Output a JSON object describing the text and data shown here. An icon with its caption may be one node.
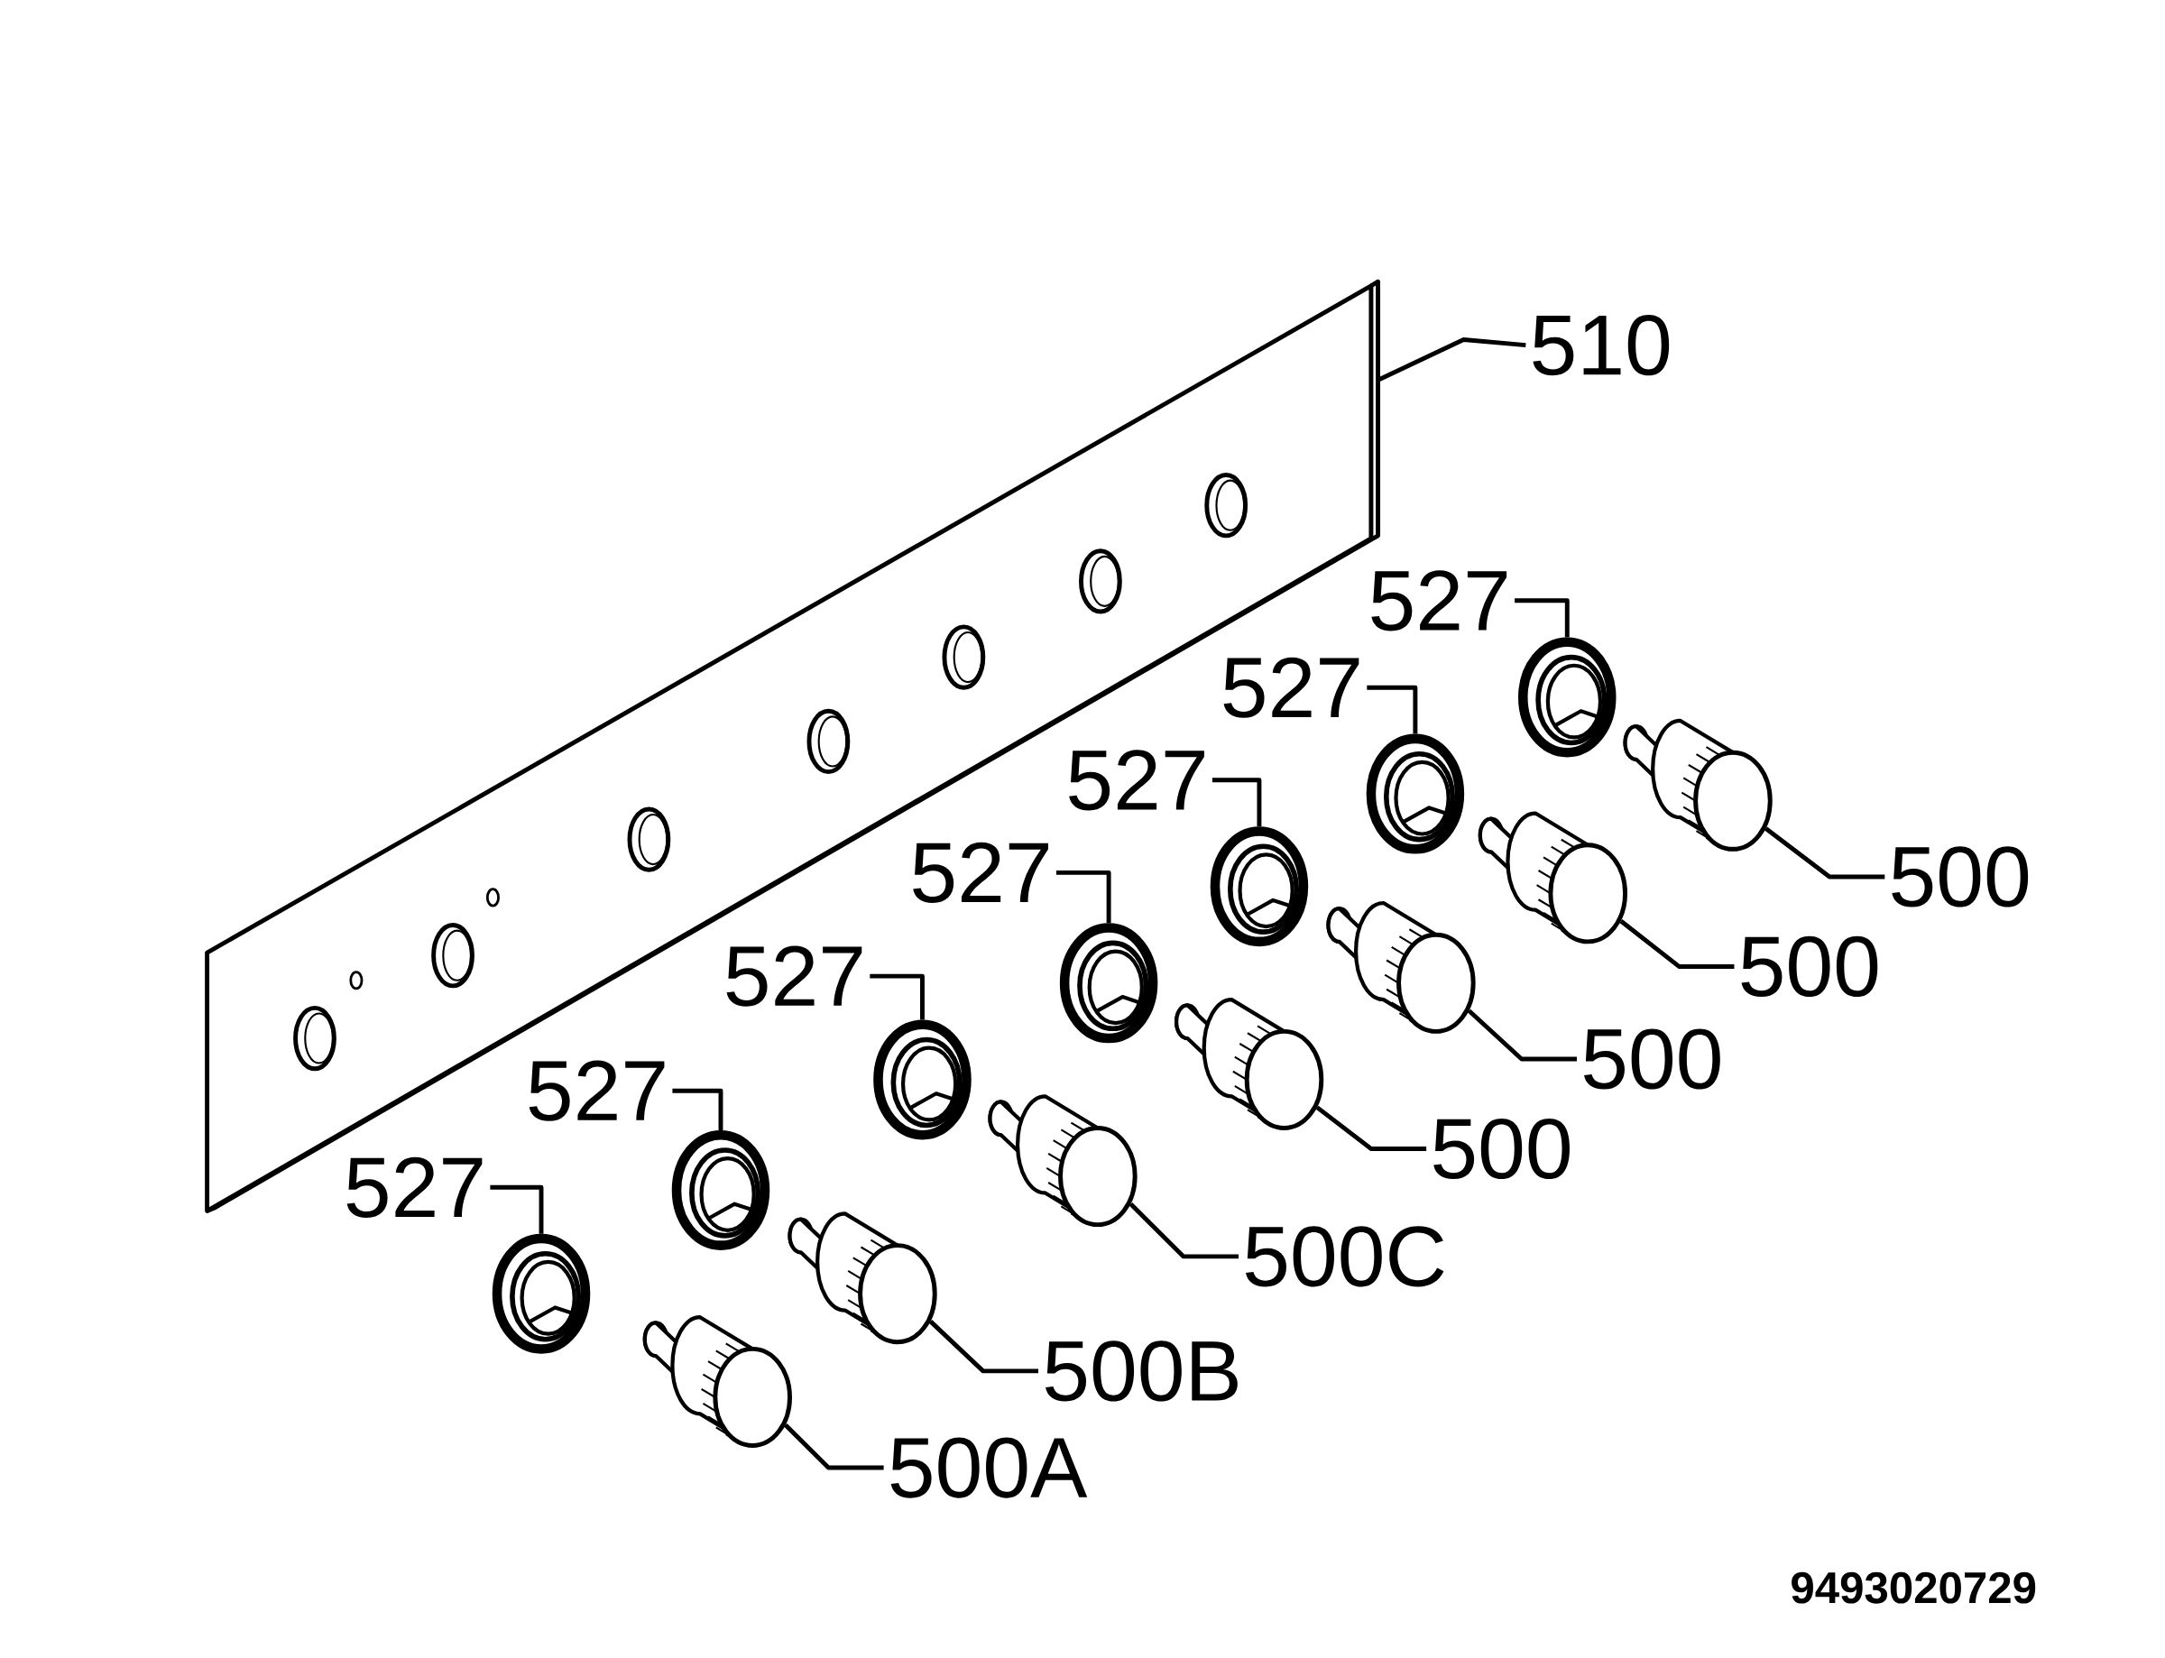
{
  "diagram": {
    "nodes": [
      {
        "text": [
          "510"
        ]
      },
      {
        "text": [],
        "shape": "plate"
      },
      {
        "text": [
          "527"
        ]
      },
      {
        "text": [],
        "shape": "ring"
      },
      {
        "text": [
          "500A"
        ]
      },
      {
        "text": [],
        "shape": "knob"
      },
      {
        "text": [
          "527"
        ]
      },
      {
        "text": [],
        "shape": "ring"
      },
      {
        "text": [
          "500B"
        ]
      },
      {
        "text": [],
        "shape": "knob"
      },
      {
        "text": [
          "527"
        ]
      },
      {
        "text": [],
        "shape": "ring"
      },
      {
        "text": [
          "500C"
        ]
      },
      {
        "text": [],
        "shape": "knob"
      },
      {
        "text": [
          "527"
        ]
      },
      {
        "text": [],
        "shape": "ring"
      },
      {
        "text": [
          "500"
        ]
      },
      {
        "text": [],
        "shape": "knob"
      },
      {
        "text": [
          "527"
        ]
      },
      {
        "text": [],
        "shape": "ring"
      },
      {
        "text": [
          "500"
        ]
      },
      {
        "text": [],
        "shape": "knob"
      },
      {
        "text": [
          "527"
        ]
      },
      {
        "text": [],
        "shape": "ring"
      },
      {
        "text": [
          "500"
        ]
      },
      {
        "text": [],
        "shape": "knob"
      },
      {
        "text": [
          "527"
        ]
      },
      {
        "text": [],
        "shape": "ring"
      },
      {
        "text": [
          "500"
        ]
      },
      {
        "text": [],
        "shape": "knob"
      }
    ],
    "edges": [
      {
        "from": 0,
        "to": 1,
        "arrow": "none"
      },
      {
        "from": 2,
        "to": 3,
        "arrow": "none"
      },
      {
        "from": 4,
        "to": 5,
        "arrow": "none"
      },
      {
        "from": 6,
        "to": 7,
        "arrow": "none"
      },
      {
        "from": 8,
        "to": 9,
        "arrow": "none"
      },
      {
        "from": 10,
        "to": 11,
        "arrow": "none"
      },
      {
        "from": 12,
        "to": 13,
        "arrow": "none"
      },
      {
        "from": 14,
        "to": 15,
        "arrow": "none"
      },
      {
        "from": 16,
        "to": 17,
        "arrow": "none"
      },
      {
        "from": 18,
        "to": 19,
        "arrow": "none"
      },
      {
        "from": 20,
        "to": 21,
        "arrow": "none"
      },
      {
        "from": 22,
        "to": 23,
        "arrow": "none"
      },
      {
        "from": 24,
        "to": 25,
        "arrow": "none"
      },
      {
        "from": 26,
        "to": 27,
        "arrow": "none"
      },
      {
        "from": 28,
        "to": 29,
        "arrow": "none"
      }
    ],
    "labels": [
      "9493020729"
    ]
  }
}
